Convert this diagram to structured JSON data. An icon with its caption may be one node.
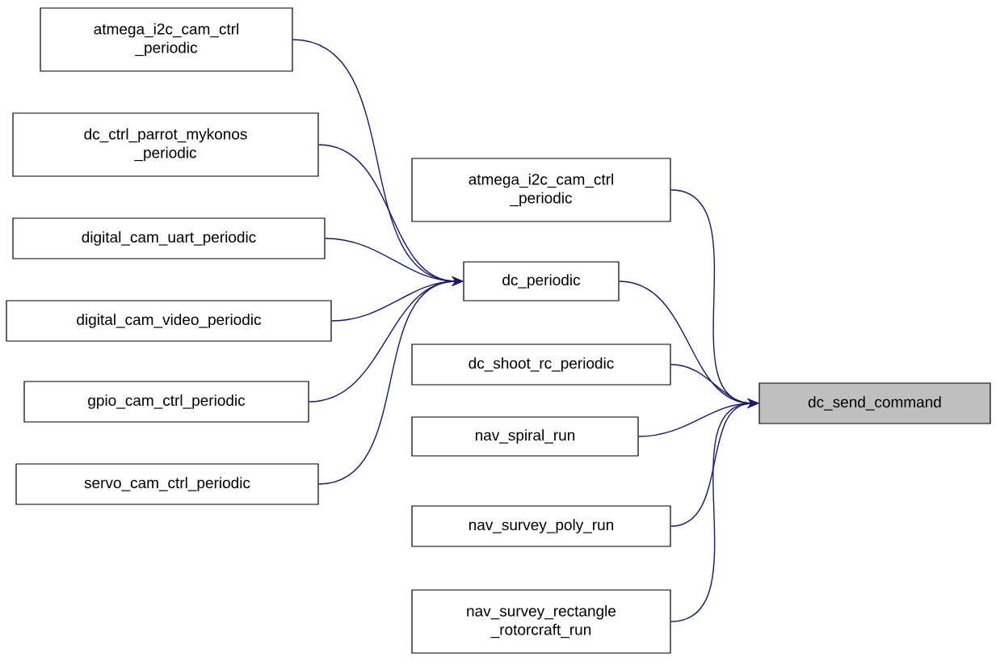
{
  "diagram": {
    "nodes": [
      {
        "text": [
          "dc_send_command"
        ]
      },
      {
        "text": [
          "atmega_i2c_cam_ctrl _periodic"
        ]
      },
      {
        "text": [
          "dc_periodic"
        ]
      },
      {
        "text": [
          "dc_shoot_rc_periodic"
        ]
      },
      {
        "text": [
          "nav_spiral_run"
        ]
      },
      {
        "text": [
          "nav_survey_poly_run"
        ]
      },
      {
        "text": [
          "nav_survey_rectangle _rotorcraft_run"
        ]
      },
      {
        "text": [
          "atmega_i2c_cam_ctrl _periodic"
        ]
      },
      {
        "text": [
          "dc_ctrl_parrot_mykonos _periodic"
        ]
      },
      {
        "text": [
          "digital_cam_uart_periodic"
        ]
      },
      {
        "text": [
          "digital_cam_video_periodic"
        ]
      },
      {
        "text": [
          "gpio_cam_ctrl_periodic"
        ]
      },
      {
        "text": [
          "servo_cam_ctrl_periodic"
        ]
      }
    ],
    "edges": [
      {
        "from": 1,
        "to": 0,
        "arrow": "to"
      },
      {
        "from": 2,
        "to": 0,
        "arrow": "to"
      },
      {
        "from": 3,
        "to": 0,
        "arrow": "to"
      },
      {
        "from": 4,
        "to": 0,
        "arrow": "to"
      },
      {
        "from": 5,
        "to": 0,
        "arrow": "to"
      },
      {
        "from": 6,
        "to": 0,
        "arrow": "to"
      },
      {
        "from": 7,
        "to": 2,
        "arrow": "to"
      },
      {
        "from": 8,
        "to": 2,
        "arrow": "to"
      },
      {
        "from": 9,
        "to": 2,
        "arrow": "to"
      },
      {
        "from": 10,
        "to": 2,
        "arrow": "to"
      },
      {
        "from": 11,
        "to": 2,
        "arrow": "to"
      },
      {
        "from": 12,
        "to": 2,
        "arrow": "to"
      }
    ]
  }
}
